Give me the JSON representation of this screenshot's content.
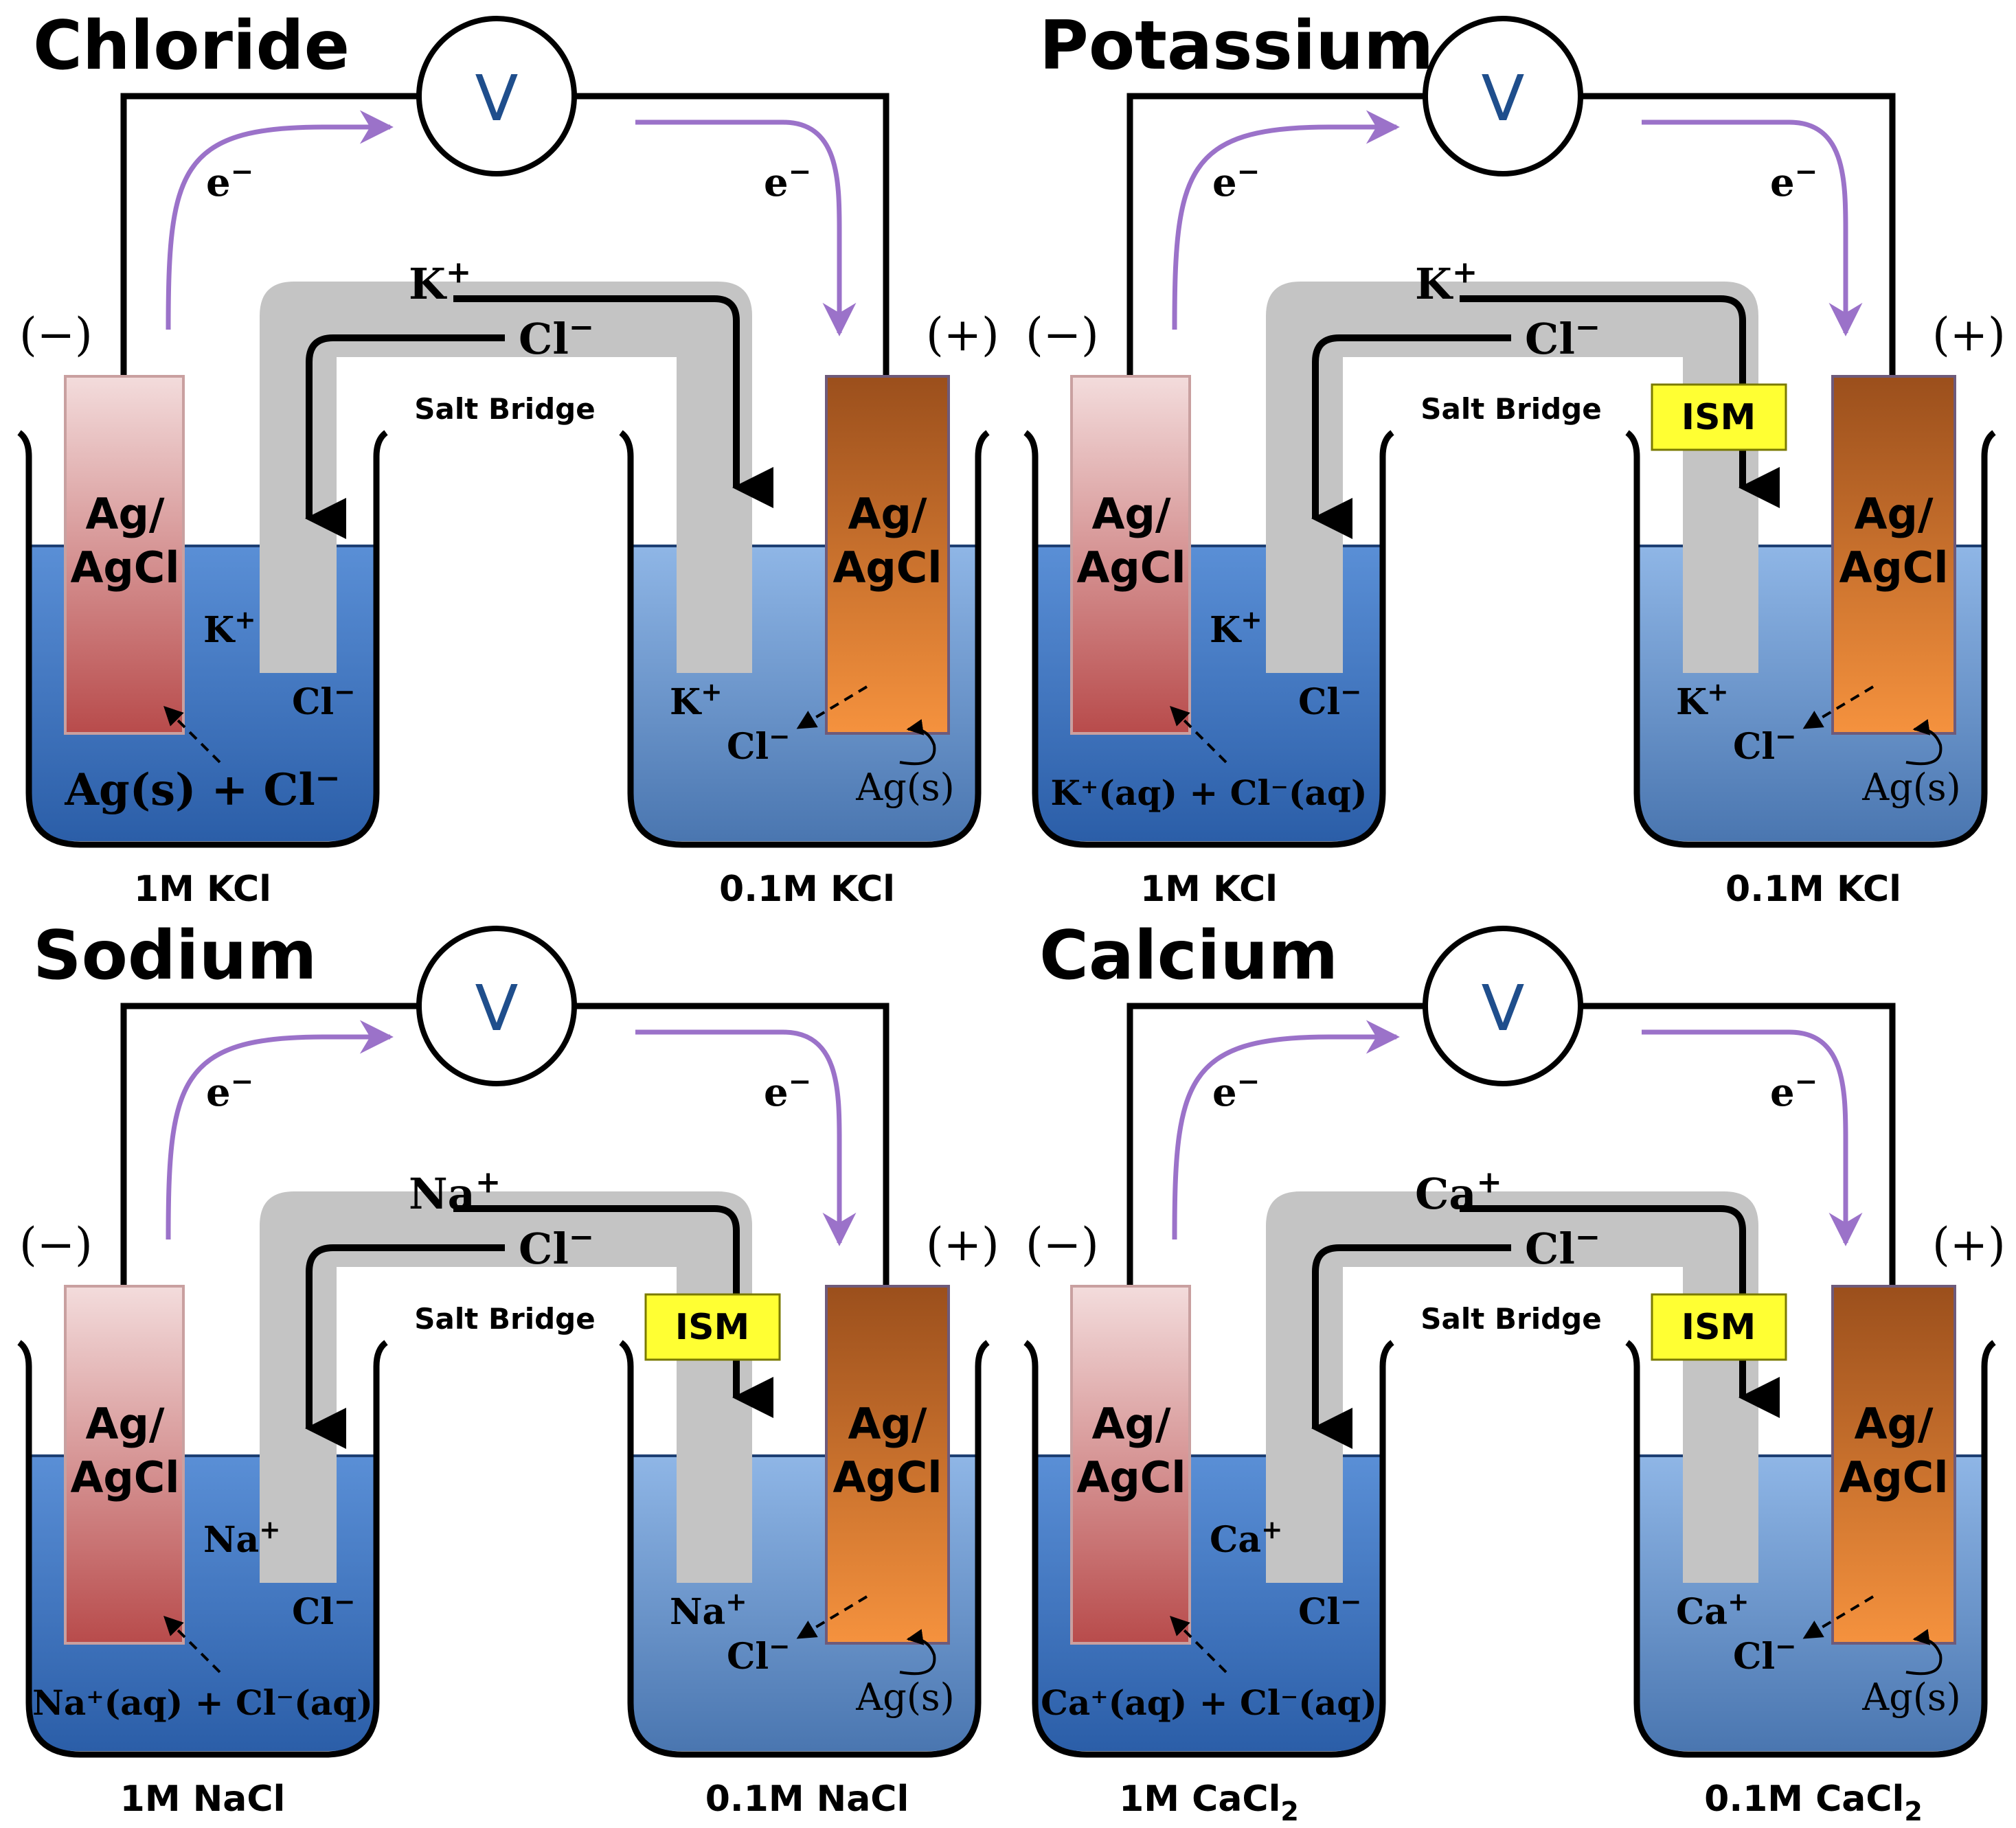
{
  "panels": [
    {
      "title": "Chloride",
      "voltmeter": "V",
      "electron": "e",
      "anode_sign": "(−)",
      "cathode_sign": "(+)",
      "electrode_left": [
        "Ag/",
        "AgCl"
      ],
      "electrode_right": [
        "Ag/",
        "AgCl"
      ],
      "salt_bridge": "Salt Bridge",
      "ism": "",
      "cation": "K",
      "anion": "Cl",
      "left_reaction": "Ag(s) +  Cl",
      "left_reaction_sup": "−",
      "right_solid": "Ag(s)",
      "left_conc": "1M KCl",
      "left_conc_sub": "",
      "right_conc": "0.1M KCl",
      "right_conc_sub": ""
    },
    {
      "title": "Potassium",
      "voltmeter": "V",
      "electron": "e",
      "anode_sign": "(−)",
      "cathode_sign": "(+)",
      "electrode_left": [
        "Ag/",
        "AgCl"
      ],
      "electrode_right": [
        "Ag/",
        "AgCl"
      ],
      "salt_bridge": "Salt Bridge",
      "ism": "ISM",
      "cation": "K",
      "anion": "Cl",
      "left_reaction": "K⁺(aq) +  Cl⁻(aq)",
      "left_reaction_sup": "",
      "right_solid": "Ag(s)",
      "left_conc": "1M KCl",
      "left_conc_sub": "",
      "right_conc": "0.1M KCl",
      "right_conc_sub": ""
    },
    {
      "title": "Sodium",
      "voltmeter": "V",
      "electron": "e",
      "anode_sign": "(−)",
      "cathode_sign": "(+)",
      "electrode_left": [
        "Ag/",
        "AgCl"
      ],
      "electrode_right": [
        "Ag/",
        "AgCl"
      ],
      "salt_bridge": "Salt Bridge",
      "ism": "ISM",
      "cation": "Na",
      "anion": "Cl",
      "left_reaction": "Na⁺(aq) +  Cl⁻(aq)",
      "left_reaction_sup": "",
      "right_solid": "Ag(s)",
      "left_conc": "1M NaCl",
      "left_conc_sub": "",
      "right_conc": "0.1M NaCl",
      "right_conc_sub": ""
    },
    {
      "title": "Calcium",
      "voltmeter": "V",
      "electron": "e",
      "anode_sign": "(−)",
      "cathode_sign": "(+)",
      "electrode_left": [
        "Ag/",
        "AgCl"
      ],
      "electrode_right": [
        "Ag/",
        "AgCl"
      ],
      "salt_bridge": "Salt Bridge",
      "ism": "ISM",
      "cation": "Ca",
      "anion": "Cl",
      "left_reaction": "Ca⁺(aq) +  Cl⁻(aq)",
      "left_reaction_sup": "",
      "right_solid": "Ag(s)",
      "left_conc": "1M CaCl",
      "left_conc_sub": "2",
      "right_conc": "0.1M CaCl",
      "right_conc_sub": "2"
    }
  ],
  "colors": {
    "solution_top": "#5a8fd6",
    "solution_bottom": "#2b5ea8",
    "solution_right_top": "#8fb6e6",
    "solution_right_bottom": "#4a76b0",
    "anode_top": "#f3dcdc",
    "anode_bottom": "#b84b4b",
    "cathode_top": "#9b4f1c",
    "cathode_bottom": "#f5923e",
    "bridge": "#c4c4c4",
    "ism": "#ffff33",
    "electron_arrow": "#9b72c9",
    "voltmeter_text": "#1f4e8c"
  }
}
